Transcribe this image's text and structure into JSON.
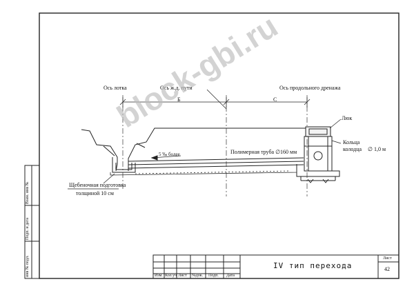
{
  "labels": {
    "axis_tray": "Ось лотка",
    "axis_rail": "Ось ж.д. пути",
    "axis_drain": "Ось продольного дренажа",
    "dim_b": "Б",
    "dim_c": "С",
    "hatch": "Люк",
    "rings_1": "Кольца",
    "rings_2": "колодца",
    "ring_dia": "∅ 1,0 м",
    "slope": "5 ‰ более",
    "pipe": "Полимерная труба ∅160 мм",
    "gravel_1": "Щебеночная подготовка",
    "gravel_2": "толщиной 10 см"
  },
  "side_stamp": {
    "col1": "Взам. инв №",
    "col2": "Подп. и дата",
    "col3": "инв № подл."
  },
  "title_block": {
    "headers": [
      "Изм.",
      "Кол.уч",
      "Лист",
      "№док.",
      "Подп.",
      "Дата"
    ],
    "title": "IV тип перехода",
    "sheet_label": "Лист",
    "sheet_number": "42"
  },
  "watermark": "block-gbi.ru"
}
